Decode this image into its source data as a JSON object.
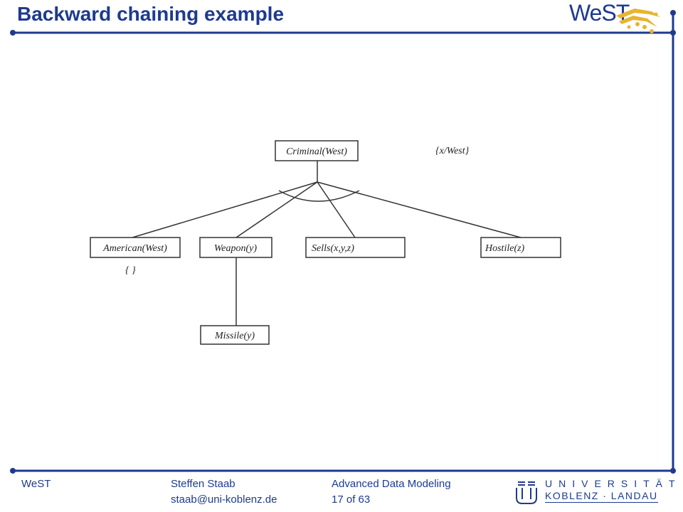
{
  "slide": {
    "title": "Backward chaining example",
    "logo_text": "WeST"
  },
  "diagram": {
    "root": "Criminal(West)",
    "root_substitution": "{x/West}",
    "children": [
      "American(West)",
      "Weapon(y)",
      "Sells(x,y,z)",
      "Hostile(z)"
    ],
    "american_substitution": "{ }",
    "grandchild": "Missile(y)"
  },
  "footer": {
    "org": "WeST",
    "author": "Steffen Staab",
    "email": "staab@uni-koblenz.de",
    "course": "Advanced Data Modeling",
    "page_label": "17 of 63",
    "uni_line1": "UNIVERSITÄT",
    "uni_line2": "KOBLENZ · LANDAU"
  },
  "colors": {
    "brand": "#1d3a8f",
    "logo_star": "#e8b431"
  }
}
